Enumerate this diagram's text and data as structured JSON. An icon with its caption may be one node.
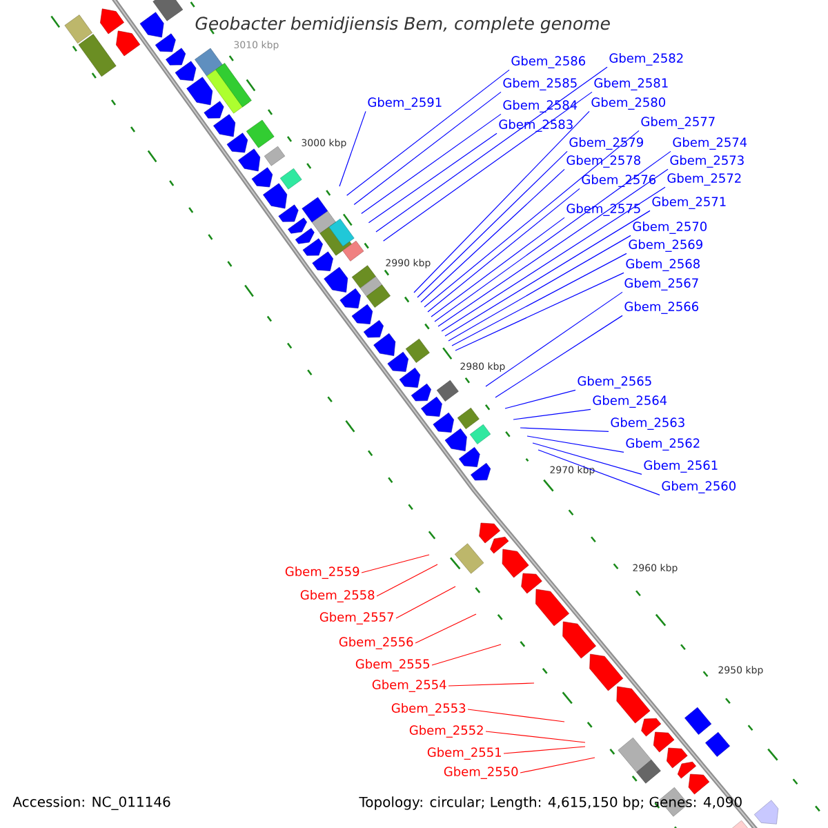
{
  "diagram": {
    "title": "Geobacter bemidjiensis Bem, complete genome",
    "nodes": [
      {
        "text": [
          "Gbem_2586"
        ]
      },
      {
        "text": [
          "Gbem_2582"
        ]
      },
      {
        "text": [
          "Gbem_2585"
        ]
      },
      {
        "text": [
          "Gbem_2581"
        ]
      },
      {
        "text": [
          "Gbem_2591"
        ]
      },
      {
        "text": [
          "Gbem_2584"
        ]
      },
      {
        "text": [
          "Gbem_2580"
        ]
      },
      {
        "text": [
          "Gbem_2583"
        ]
      },
      {
        "text": [
          "Gbem_2577"
        ]
      },
      {
        "text": [
          "Gbem_2579"
        ]
      },
      {
        "text": [
          "Gbem_2574"
        ]
      },
      {
        "text": [
          "Gbem_2578"
        ]
      },
      {
        "text": [
          "Gbem_2573"
        ]
      },
      {
        "text": [
          "Gbem_2576"
        ]
      },
      {
        "text": [
          "Gbem_2572"
        ]
      },
      {
        "text": [
          "Gbem_2571"
        ]
      },
      {
        "text": [
          "Gbem_2575"
        ]
      },
      {
        "text": [
          "Gbem_2570"
        ]
      },
      {
        "text": [
          "Gbem_2569"
        ]
      },
      {
        "text": [
          "Gbem_2568"
        ]
      },
      {
        "text": [
          "Gbem_2567"
        ]
      },
      {
        "text": [
          "Gbem_2566"
        ]
      },
      {
        "text": [
          "Gbem_2565"
        ]
      },
      {
        "text": [
          "Gbem_2564"
        ]
      },
      {
        "text": [
          "Gbem_2563"
        ]
      },
      {
        "text": [
          "Gbem_2562"
        ]
      },
      {
        "text": [
          "Gbem_2561"
        ]
      },
      {
        "text": [
          "Gbem_2560"
        ]
      },
      {
        "text": [
          "Gbem_2559"
        ]
      },
      {
        "text": [
          "Gbem_2558"
        ]
      },
      {
        "text": [
          "Gbem_2557"
        ]
      },
      {
        "text": [
          "Gbem_2556"
        ]
      },
      {
        "text": [
          "Gbem_2555"
        ]
      },
      {
        "text": [
          "Gbem_2554"
        ]
      },
      {
        "text": [
          "Gbem_2553"
        ]
      },
      {
        "text": [
          "Gbem_2552"
        ]
      },
      {
        "text": [
          "Gbem_2551"
        ]
      },
      {
        "text": [
          "Gbem_2550"
        ]
      }
    ],
    "edges": [
      {
        "from": 0,
        "to": null,
        "arrow": "none"
      },
      {
        "from": 1,
        "to": null,
        "arrow": "none"
      },
      {
        "from": 2,
        "to": null,
        "arrow": "none"
      },
      {
        "from": 3,
        "to": null,
        "arrow": "none"
      },
      {
        "from": 4,
        "to": null,
        "arrow": "none"
      },
      {
        "from": 5,
        "to": null,
        "arrow": "none"
      },
      {
        "from": 6,
        "to": null,
        "arrow": "none"
      },
      {
        "from": 7,
        "to": null,
        "arrow": "none"
      },
      {
        "from": 8,
        "to": null,
        "arrow": "none"
      },
      {
        "from": 9,
        "to": null,
        "arrow": "none"
      },
      {
        "from": 10,
        "to": null,
        "arrow": "none"
      },
      {
        "from": 11,
        "to": null,
        "arrow": "none"
      },
      {
        "from": 12,
        "to": null,
        "arrow": "none"
      },
      {
        "from": 13,
        "to": null,
        "arrow": "none"
      },
      {
        "from": 14,
        "to": null,
        "arrow": "none"
      },
      {
        "from": 15,
        "to": null,
        "arrow": "none"
      },
      {
        "from": 16,
        "to": null,
        "arrow": "none"
      },
      {
        "from": 17,
        "to": null,
        "arrow": "none"
      },
      {
        "from": 18,
        "to": null,
        "arrow": "none"
      },
      {
        "from": 19,
        "to": null,
        "arrow": "none"
      },
      {
        "from": 20,
        "to": null,
        "arrow": "none"
      },
      {
        "from": 21,
        "to": null,
        "arrow": "none"
      },
      {
        "from": 22,
        "to": null,
        "arrow": "none"
      },
      {
        "from": 23,
        "to": null,
        "arrow": "none"
      },
      {
        "from": 24,
        "to": null,
        "arrow": "none"
      },
      {
        "from": 25,
        "to": null,
        "arrow": "none"
      },
      {
        "from": 26,
        "to": null,
        "arrow": "none"
      },
      {
        "from": 27,
        "to": null,
        "arrow": "none"
      },
      {
        "from": 28,
        "to": null,
        "arrow": "none",
        "color": "#ff0000"
      },
      {
        "from": 29,
        "to": null,
        "arrow": "none",
        "color": "#ff0000"
      },
      {
        "from": 30,
        "to": null,
        "arrow": "none",
        "color": "#ff0000"
      },
      {
        "from": 31,
        "to": null,
        "arrow": "none",
        "color": "#ff0000"
      },
      {
        "from": 32,
        "to": null,
        "arrow": "none",
        "color": "#ff0000"
      },
      {
        "from": 33,
        "to": null,
        "arrow": "none",
        "color": "#ff0000"
      },
      {
        "from": 34,
        "to": null,
        "arrow": "none",
        "color": "#ff0000"
      },
      {
        "from": 35,
        "to": null,
        "arrow": "none",
        "color": "#ff0000"
      },
      {
        "from": 36,
        "to": null,
        "arrow": "none",
        "color": "#ff0000"
      },
      {
        "from": 37,
        "to": null,
        "arrow": "none",
        "color": "#ff0000"
      }
    ],
    "labels": [
      "3010 kbp",
      "3000 kbp",
      "2990 kbp",
      "2980 kbp",
      "2970 kbp",
      "2960 kbp",
      "2950 kbp",
      "Accession: NC_011146",
      "Topology: circular; Length: 4,615,150 bp; Genes: 4,090"
    ]
  }
}
